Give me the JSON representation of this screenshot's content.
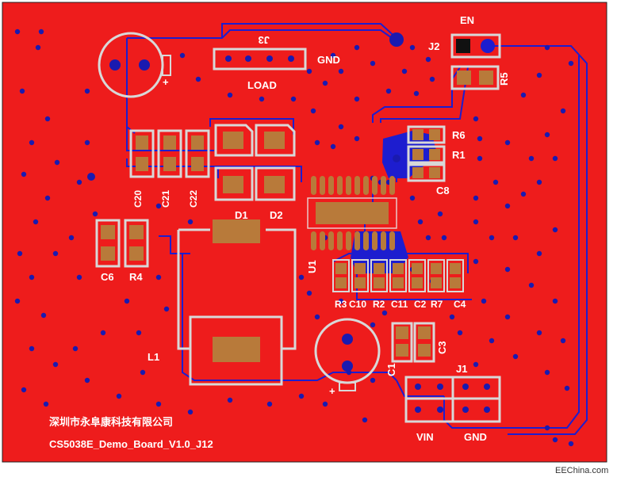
{
  "labels": {
    "en": "EN",
    "j3": "J3",
    "gnd_top": "GND",
    "load": "LOAD",
    "j2": "J2",
    "r5": "R5",
    "r6": "R6",
    "r1": "R1",
    "c8": "C8",
    "c20": "C20",
    "c21": "C21",
    "c22": "C22",
    "d1": "D1",
    "d2": "D2",
    "u1": "U1",
    "c6": "C6",
    "r4": "R4",
    "r3": "R3",
    "c10": "C10",
    "r2": "R2",
    "c11": "C11",
    "c2": "C2",
    "r7": "R7",
    "c4": "C4",
    "l1": "L1",
    "c1": "C1",
    "c3": "C3",
    "j1": "J1",
    "vin": "VIN",
    "gnd_bottom": "GND",
    "plus_top": "+",
    "plus_bottom": "+",
    "company": "深圳市永阜康科技有限公司",
    "board_name": "CS5038E_Demo_Board_V1.0_J12",
    "watermark": "EEChina.com"
  },
  "colors": {
    "board": "#ee1c1c",
    "trace": "#1d1dcf",
    "pad": "#b87a3a",
    "silkscreen": "#d8d8d8"
  }
}
